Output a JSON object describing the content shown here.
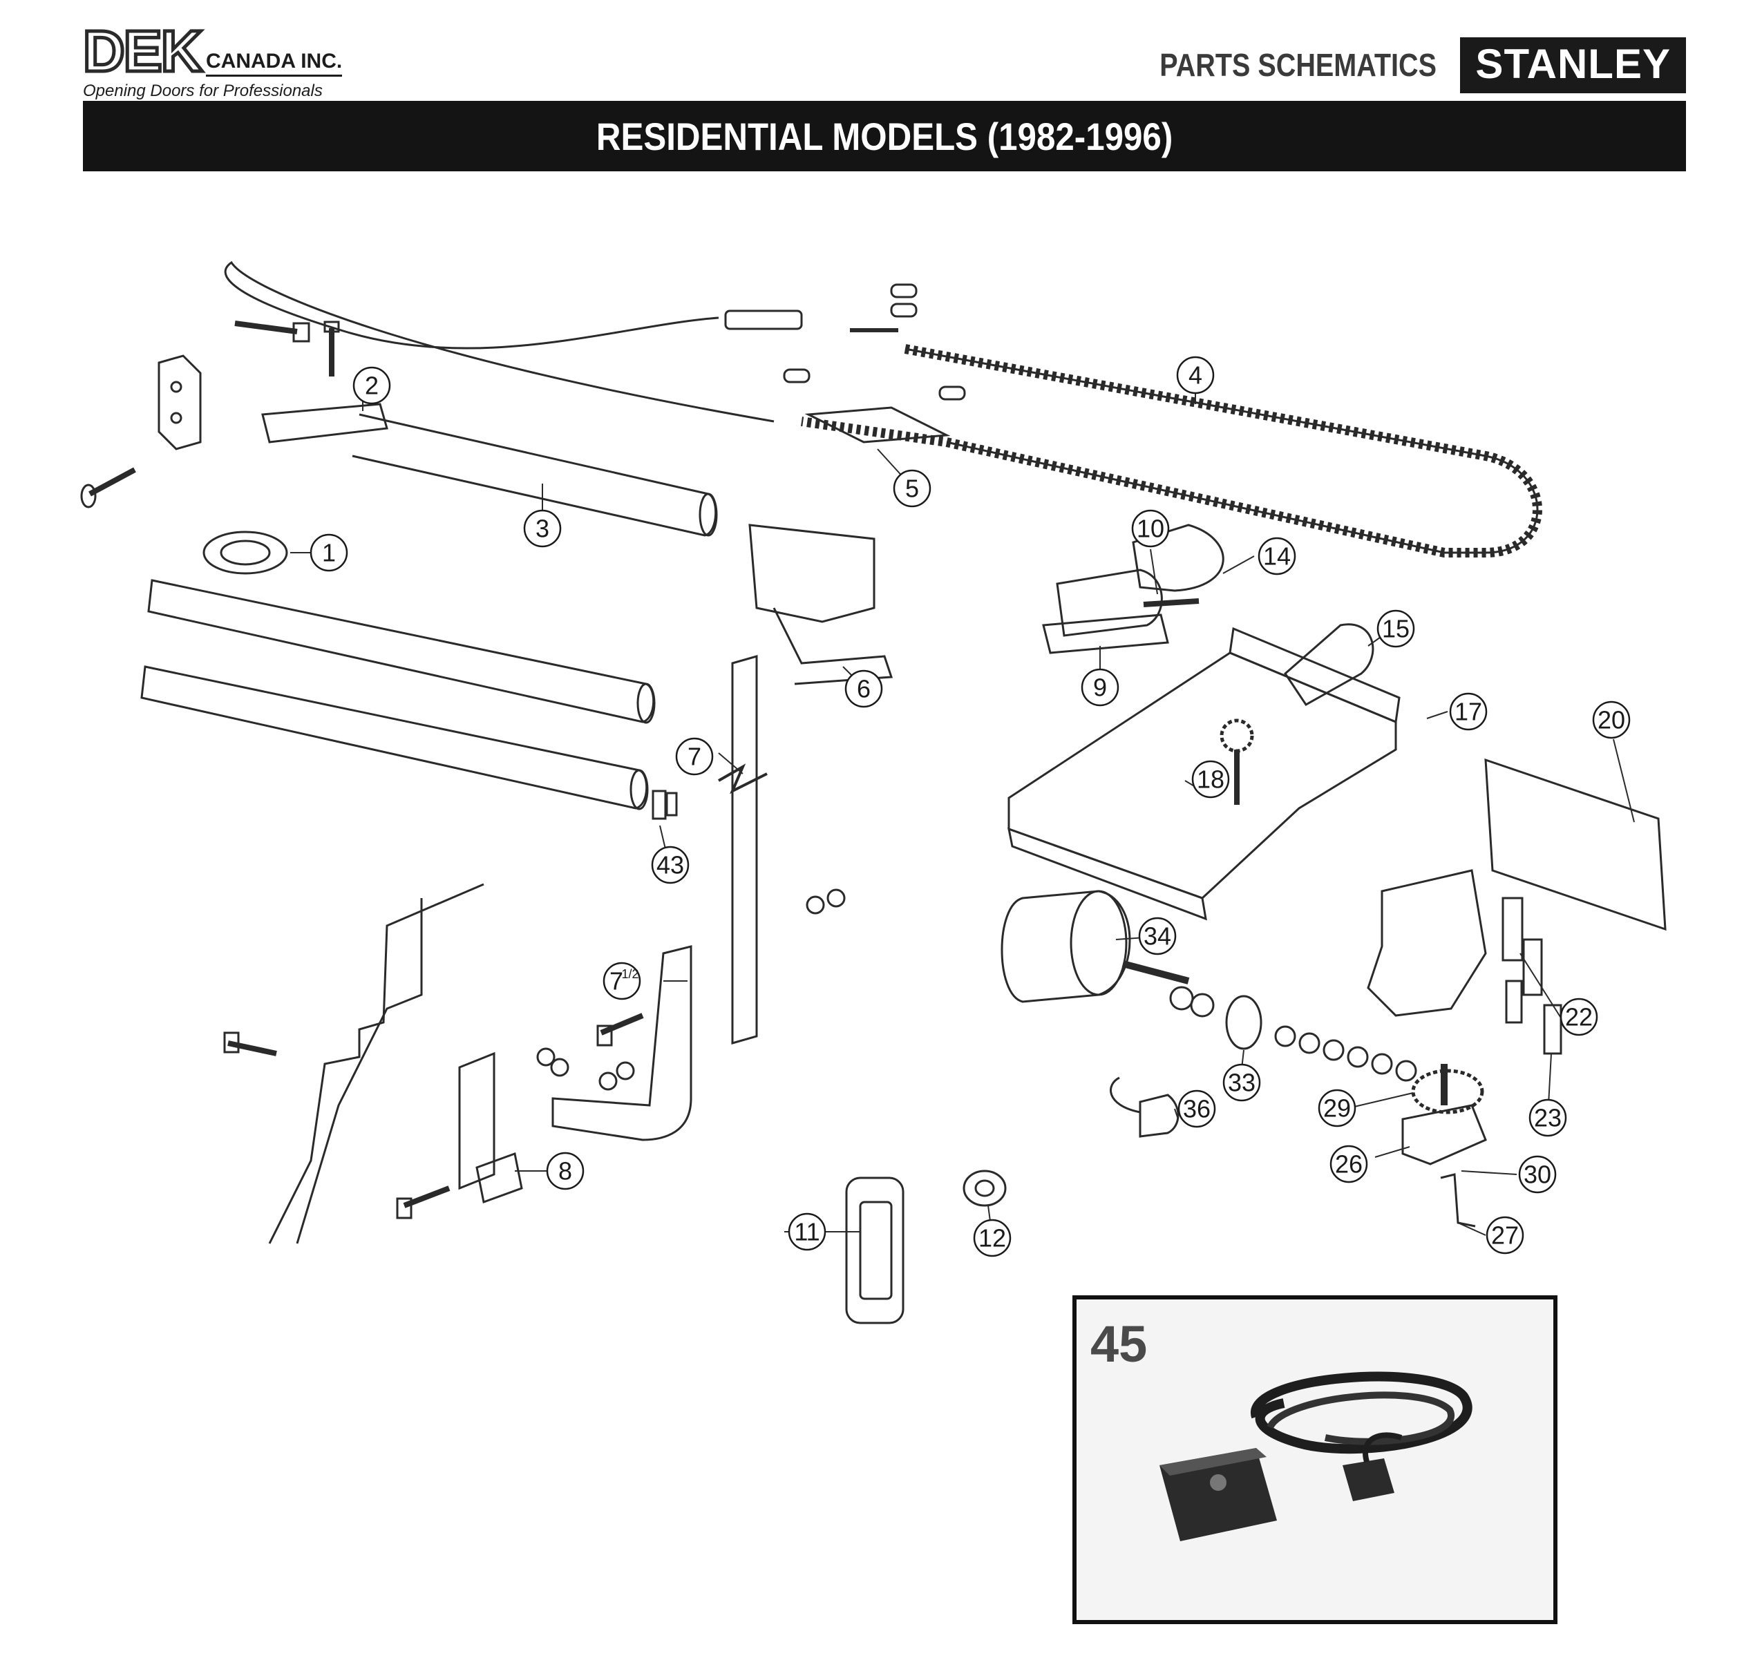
{
  "header": {
    "logo_mark": "DEK",
    "company": "CANADA INC.",
    "tagline": "Opening Doors for Professionals",
    "section_label": "PARTS SCHEMATICS",
    "brand": "STANLEY",
    "title": "RESIDENTIAL MODELS  (1982-1996)"
  },
  "parts": [
    {
      "id": "p1",
      "label": "1"
    },
    {
      "id": "p2",
      "label": "2"
    },
    {
      "id": "p3",
      "label": "3"
    },
    {
      "id": "p4",
      "label": "4"
    },
    {
      "id": "p5",
      "label": "5"
    },
    {
      "id": "p6",
      "label": "6"
    },
    {
      "id": "p7",
      "label": "7"
    },
    {
      "id": "p7h",
      "label": "7",
      "sup": "1/2"
    },
    {
      "id": "p8",
      "label": "8"
    },
    {
      "id": "p9",
      "label": "9"
    },
    {
      "id": "p10",
      "label": "10"
    },
    {
      "id": "p11",
      "label": "11"
    },
    {
      "id": "p12",
      "label": "12"
    },
    {
      "id": "p14",
      "label": "14"
    },
    {
      "id": "p15",
      "label": "15"
    },
    {
      "id": "p17",
      "label": "17"
    },
    {
      "id": "p18",
      "label": "18"
    },
    {
      "id": "p20",
      "label": "20"
    },
    {
      "id": "p22",
      "label": "22"
    },
    {
      "id": "p23",
      "label": "23"
    },
    {
      "id": "p26",
      "label": "26"
    },
    {
      "id": "p27",
      "label": "27"
    },
    {
      "id": "p29",
      "label": "29"
    },
    {
      "id": "p30",
      "label": "30"
    },
    {
      "id": "p33",
      "label": "33"
    },
    {
      "id": "p34",
      "label": "34"
    },
    {
      "id": "p36",
      "label": "36"
    },
    {
      "id": "p43",
      "label": "43"
    }
  ],
  "inset": {
    "label": "45"
  }
}
